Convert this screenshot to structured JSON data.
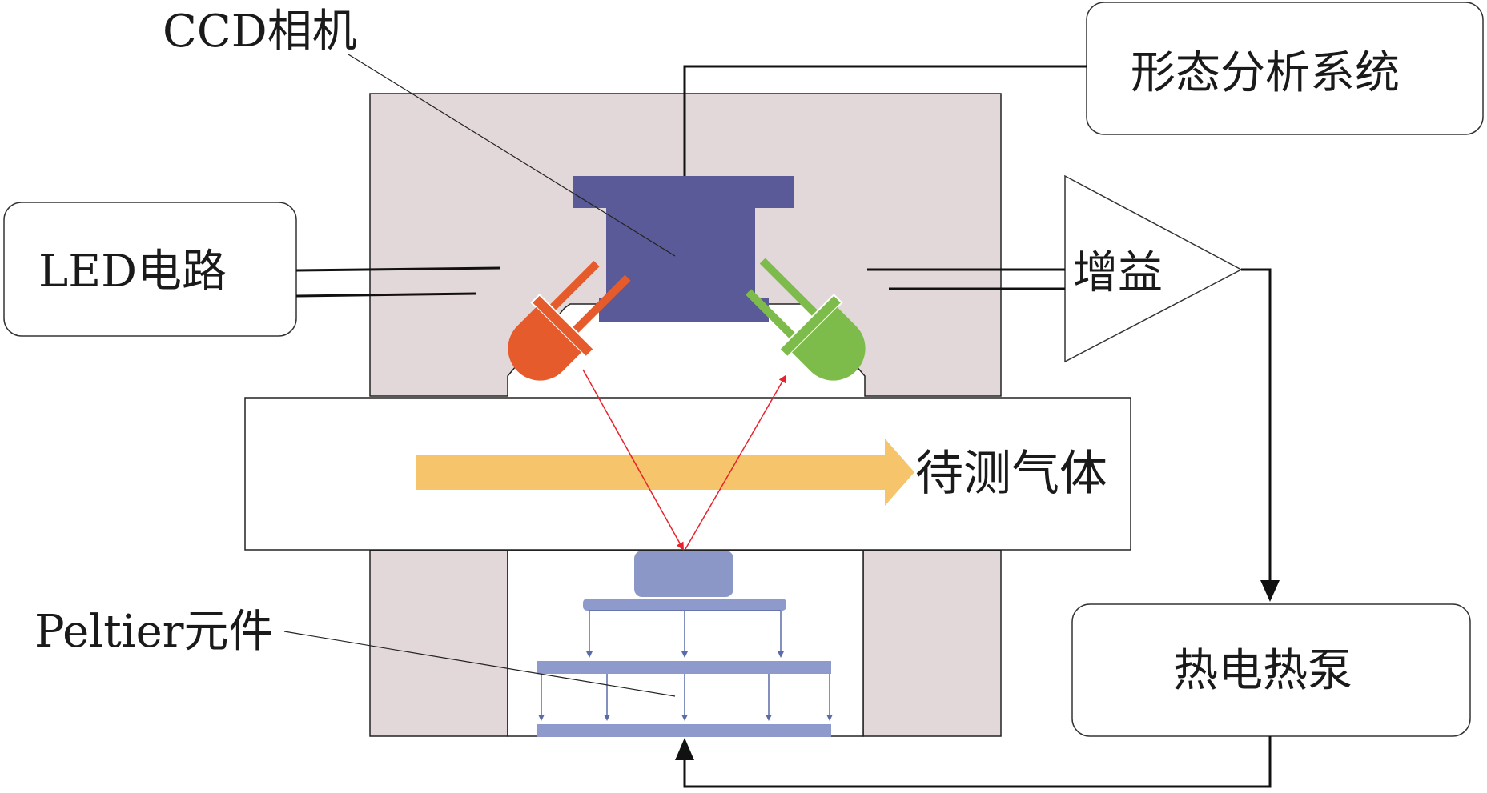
{
  "labels": {
    "ccd_camera": "CCD相机",
    "morphology_system": "形态分析系统",
    "led_circuit": "LED电路",
    "gain": "增益",
    "gas_under_test": "待测气体",
    "peltier": "Peltier元件",
    "thermoelectric_pump": "热电热泵"
  },
  "colors": {
    "housing": "#e2d8d9",
    "camera": "#5b5a98",
    "led_red": "#e65b2b",
    "led_green": "#7dbb4a",
    "gas_arrow": "#f5c46b",
    "mirror": "#8b97c6",
    "peltier_plate": "#8e9acb",
    "beam": "#e8222c",
    "line": "#111111"
  }
}
